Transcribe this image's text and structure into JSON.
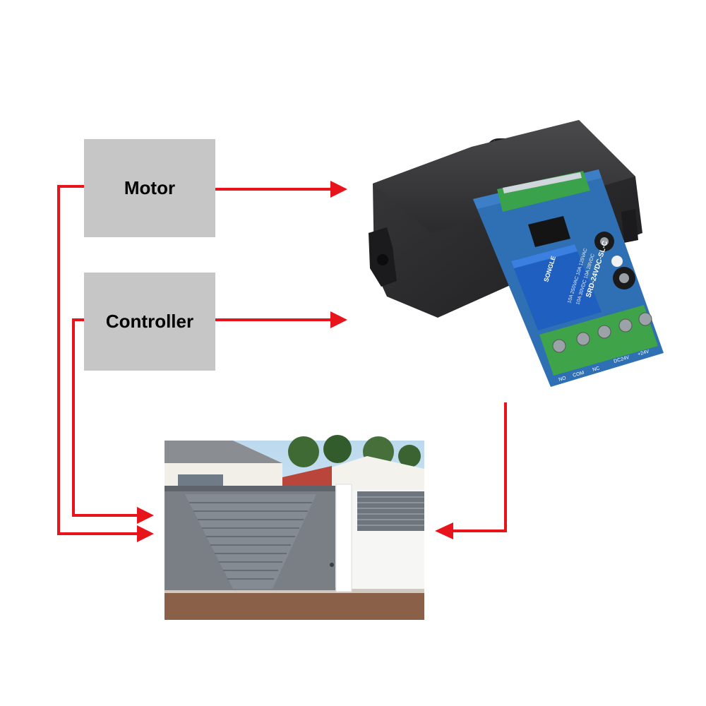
{
  "boxes": {
    "motor": "Motor",
    "controller": "Controller"
  },
  "relay": {
    "brand": "SONGLE",
    "model": "SRD-24VDC-SL-C",
    "rating_a": "10A 250VAC 10A 125VAC",
    "rating_b": "10A 30VDC 10A 28VDC",
    "terminal_labels": [
      "NO",
      "COM",
      "NC",
      "DC24V",
      "+24V"
    ]
  },
  "colors": {
    "arrow": "#e8141c",
    "box": "#c6c6c6",
    "enclosure": "#2b2b2d",
    "pcb": "#2f6fb3",
    "relay": "#1f5fbf",
    "terminal": "#3fa34a",
    "gate": "#7a7f86"
  },
  "icons": {
    "arrow": "red-arrow-icon",
    "device": "wireless-relay-module-icon",
    "gate": "sliding-gate-icon"
  }
}
